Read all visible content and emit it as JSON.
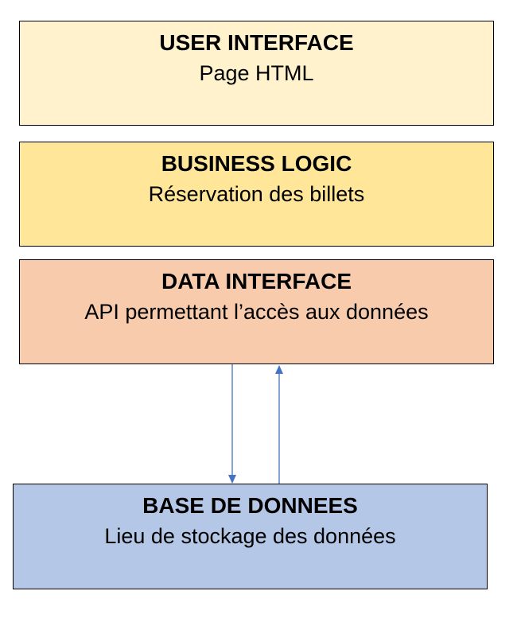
{
  "colors": {
    "user_interface": "#FFF2CC",
    "business_logic": "#FFE699",
    "data_interface": "#F8CBAD",
    "base_de_donnees": "#B4C7E7",
    "border": "#000000",
    "arrow": "#4472C4"
  },
  "layers": {
    "user_interface": {
      "title": "USER INTERFACE",
      "subtitle": "Page HTML"
    },
    "business_logic": {
      "title": "BUSINESS LOGIC",
      "subtitle": "Réservation des billets"
    },
    "data_interface": {
      "title": "DATA INTERFACE",
      "subtitle": "API permettant l’accès aux données"
    },
    "base_de_donnees": {
      "title": "BASE DE DONNEES",
      "subtitle": "Lieu de stockage des données"
    }
  }
}
